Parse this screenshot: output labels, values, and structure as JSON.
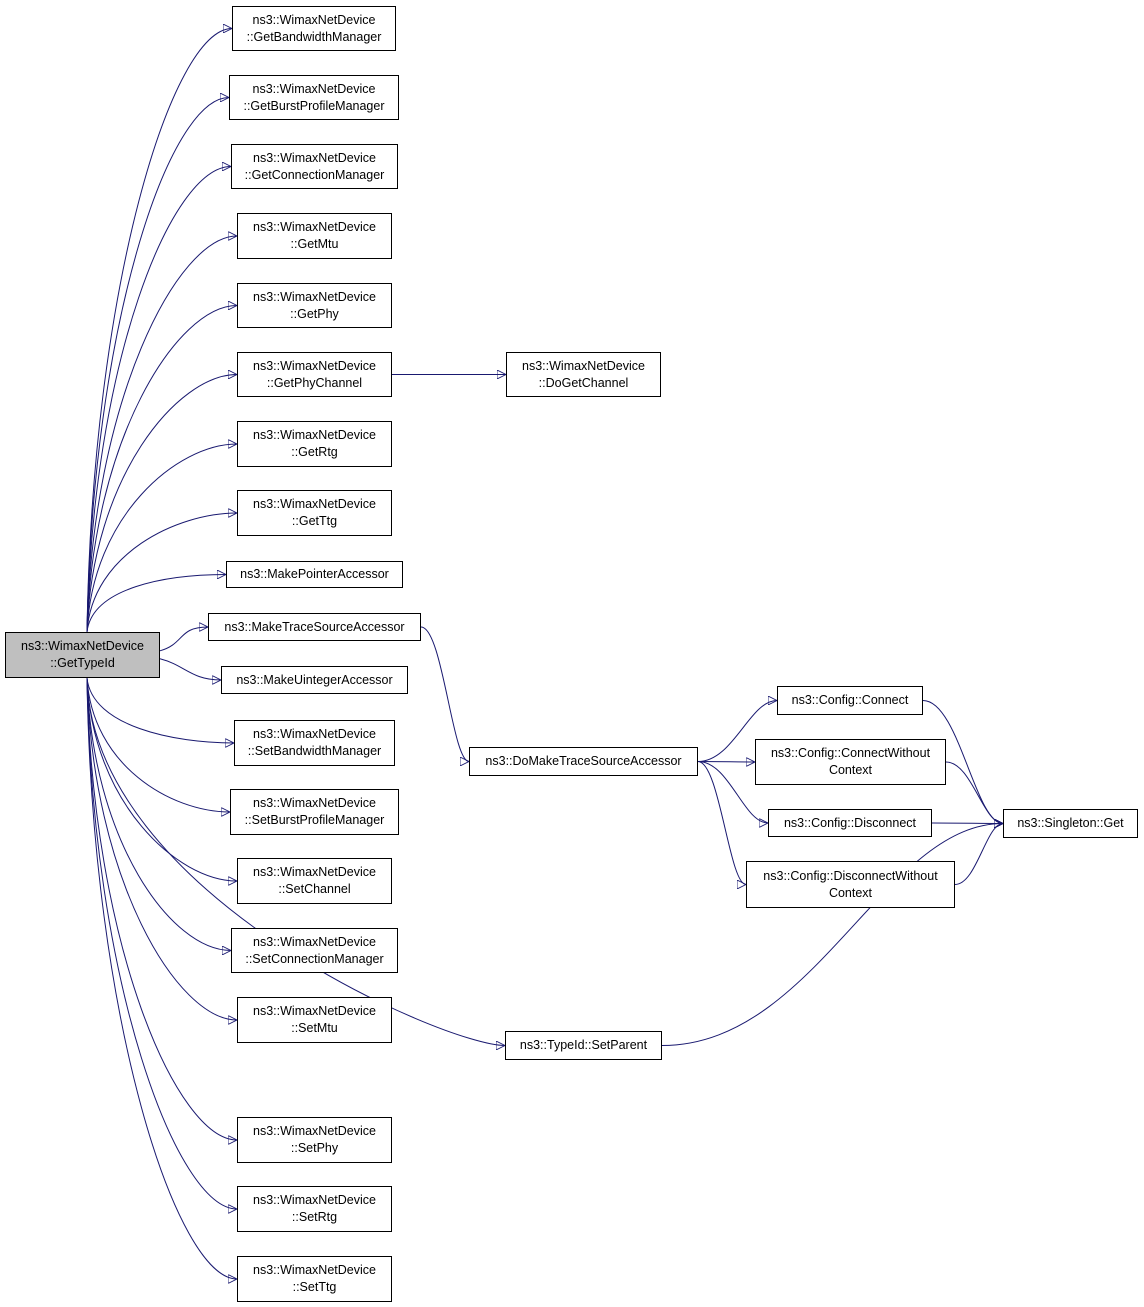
{
  "colors": {
    "edge": "#191970",
    "root_fill": "#bfbfbf",
    "node_fill": "#ffffff",
    "node_border": "#000000"
  },
  "nodes": {
    "root": [
      "ns3::WimaxNetDevice",
      "::GetTypeId"
    ],
    "get_bandwidth_manager": [
      "ns3::WimaxNetDevice",
      "::GetBandwidthManager"
    ],
    "get_burst_profile_manager": [
      "ns3::WimaxNetDevice",
      "::GetBurstProfileManager"
    ],
    "get_connection_manager": [
      "ns3::WimaxNetDevice",
      "::GetConnectionManager"
    ],
    "get_mtu": [
      "ns3::WimaxNetDevice",
      "::GetMtu"
    ],
    "get_phy": [
      "ns3::WimaxNetDevice",
      "::GetPhy"
    ],
    "get_phy_channel": [
      "ns3::WimaxNetDevice",
      "::GetPhyChannel"
    ],
    "do_get_channel": [
      "ns3::WimaxNetDevice",
      "::DoGetChannel"
    ],
    "get_rtg": [
      "ns3::WimaxNetDevice",
      "::GetRtg"
    ],
    "get_ttg": [
      "ns3::WimaxNetDevice",
      "::GetTtg"
    ],
    "make_pointer_accessor": [
      "ns3::MakePointerAccessor"
    ],
    "make_trace_source_accessor": [
      "ns3::MakeTraceSourceAccessor"
    ],
    "make_uinteger_accessor": [
      "ns3::MakeUintegerAccessor"
    ],
    "do_make_trace_source_accessor": [
      "ns3::DoMakeTraceSourceAccessor"
    ],
    "config_connect": [
      "ns3::Config::Connect"
    ],
    "config_connect_without_context": [
      "ns3::Config::ConnectWithout",
      "Context"
    ],
    "config_disconnect": [
      "ns3::Config::Disconnect"
    ],
    "config_disconnect_without_context": [
      "ns3::Config::DisconnectWithout",
      "Context"
    ],
    "singleton_get": [
      "ns3::Singleton::Get"
    ],
    "set_bandwidth_manager": [
      "ns3::WimaxNetDevice",
      "::SetBandwidthManager"
    ],
    "set_burst_profile_manager": [
      "ns3::WimaxNetDevice",
      "::SetBurstProfileManager"
    ],
    "set_channel": [
      "ns3::WimaxNetDevice",
      "::SetChannel"
    ],
    "set_connection_manager": [
      "ns3::WimaxNetDevice",
      "::SetConnectionManager"
    ],
    "set_mtu": [
      "ns3::WimaxNetDevice",
      "::SetMtu"
    ],
    "typeid_set_parent": [
      "ns3::TypeId::SetParent"
    ],
    "set_phy": [
      "ns3::WimaxNetDevice",
      "::SetPhy"
    ],
    "set_rtg": [
      "ns3::WimaxNetDevice",
      "::SetRtg"
    ],
    "set_ttg": [
      "ns3::WimaxNetDevice",
      "::SetTtg"
    ]
  },
  "edges": [
    [
      "root",
      "get_bandwidth_manager"
    ],
    [
      "root",
      "get_burst_profile_manager"
    ],
    [
      "root",
      "get_connection_manager"
    ],
    [
      "root",
      "get_mtu"
    ],
    [
      "root",
      "get_phy"
    ],
    [
      "root",
      "get_phy_channel"
    ],
    [
      "root",
      "get_rtg"
    ],
    [
      "root",
      "get_ttg"
    ],
    [
      "root",
      "make_pointer_accessor"
    ],
    [
      "root",
      "make_trace_source_accessor"
    ],
    [
      "root",
      "make_uinteger_accessor"
    ],
    [
      "root",
      "set_bandwidth_manager"
    ],
    [
      "root",
      "set_burst_profile_manager"
    ],
    [
      "root",
      "set_channel"
    ],
    [
      "root",
      "set_connection_manager"
    ],
    [
      "root",
      "set_mtu"
    ],
    [
      "root",
      "typeid_set_parent"
    ],
    [
      "root",
      "set_phy"
    ],
    [
      "root",
      "set_rtg"
    ],
    [
      "root",
      "set_ttg"
    ],
    [
      "get_phy_channel",
      "do_get_channel"
    ],
    [
      "make_trace_source_accessor",
      "do_make_trace_source_accessor"
    ],
    [
      "do_make_trace_source_accessor",
      "config_connect"
    ],
    [
      "do_make_trace_source_accessor",
      "config_connect_without_context"
    ],
    [
      "do_make_trace_source_accessor",
      "config_disconnect"
    ],
    [
      "do_make_trace_source_accessor",
      "config_disconnect_without_context"
    ],
    [
      "config_connect",
      "singleton_get"
    ],
    [
      "config_connect_without_context",
      "singleton_get"
    ],
    [
      "config_disconnect",
      "singleton_get"
    ],
    [
      "config_disconnect_without_context",
      "singleton_get"
    ],
    [
      "typeid_set_parent",
      "singleton_get"
    ]
  ]
}
